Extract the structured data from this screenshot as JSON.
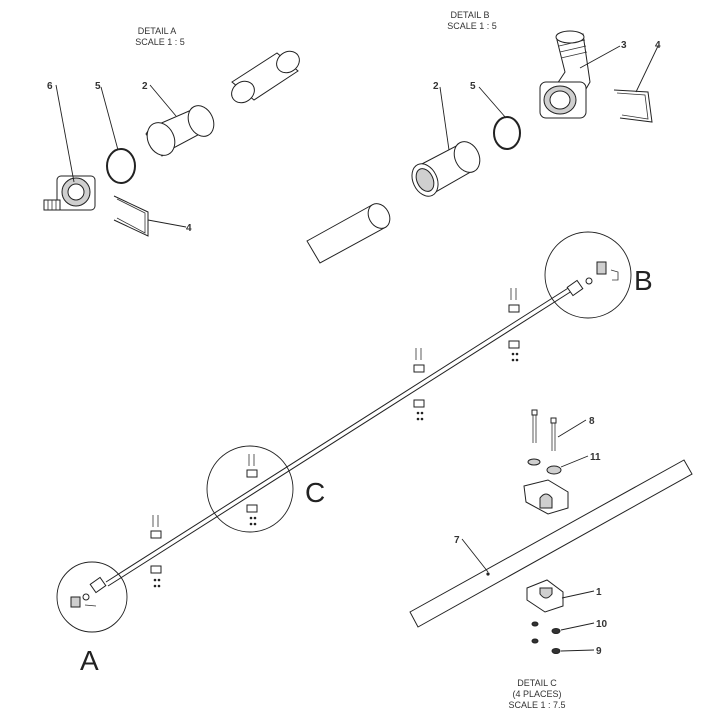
{
  "details": {
    "a": {
      "title": "DETAIL A",
      "scale": "SCALE 1 : 5"
    },
    "b": {
      "title": "DETAIL B",
      "scale": "SCALE 1 : 5"
    },
    "c": {
      "title": "DETAIL C",
      "places": "(4 PLACES)",
      "scale": "SCALE 1 : 7.5"
    }
  },
  "callouts": {
    "a_6": "6",
    "a_5": "5",
    "a_2": "2",
    "a_4": "4",
    "b_2": "2",
    "b_5": "5",
    "b_3": "3",
    "b_4": "4",
    "c_8": "8",
    "c_11": "11",
    "c_7": "7",
    "c_1": "1",
    "c_10": "10",
    "c_9": "9"
  },
  "view_labels": {
    "a": "A",
    "b": "B",
    "c": "C"
  }
}
